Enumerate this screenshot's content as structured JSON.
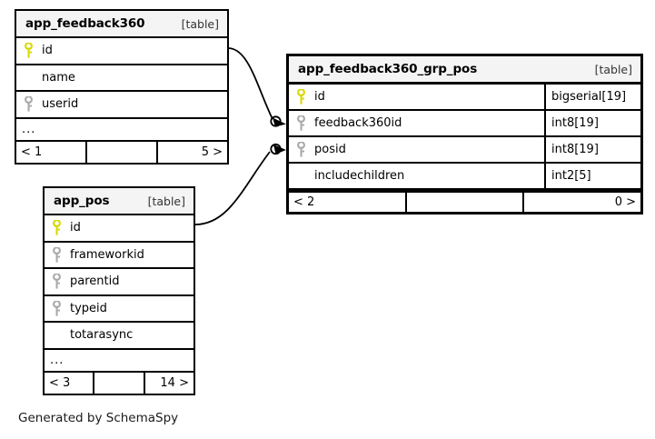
{
  "diagram": {
    "caption": "Generated by SchemaSpy",
    "table_tag": "[table]",
    "ellipsis": "...",
    "colors": {
      "primary_key": "#d8d800",
      "foreign_key": "#aaaaaa",
      "border": "#000000",
      "header_bg": "#f4f4f4",
      "background": "#ffffff"
    }
  },
  "tables": [
    {
      "id": "app_feedback360",
      "name": "app_feedback360",
      "tag": "[table]",
      "focal": false,
      "columns": [
        {
          "name": "id",
          "key": "primary",
          "type": ""
        },
        {
          "name": "name",
          "key": "none",
          "type": ""
        },
        {
          "name": "userid",
          "key": "foreign",
          "type": ""
        }
      ],
      "has_ellipsis": true,
      "footer": {
        "left": "< 1",
        "middle": "",
        "right": "5 >"
      }
    },
    {
      "id": "app_feedback360_grp_pos",
      "name": "app_feedback360_grp_pos",
      "tag": "[table]",
      "focal": true,
      "columns": [
        {
          "name": "id",
          "key": "primary",
          "type": "bigserial[19]"
        },
        {
          "name": "feedback360id",
          "key": "foreign",
          "type": "int8[19]"
        },
        {
          "name": "posid",
          "key": "foreign",
          "type": "int8[19]"
        },
        {
          "name": "includechildren",
          "key": "none",
          "type": "int2[5]"
        }
      ],
      "has_ellipsis": false,
      "footer": {
        "left": "< 2",
        "middle": "",
        "right": "0 >"
      }
    },
    {
      "id": "app_pos",
      "name": "app_pos",
      "tag": "[table]",
      "focal": false,
      "columns": [
        {
          "name": "id",
          "key": "primary",
          "type": ""
        },
        {
          "name": "frameworkid",
          "key": "foreign",
          "type": ""
        },
        {
          "name": "parentid",
          "key": "foreign",
          "type": ""
        },
        {
          "name": "typeid",
          "key": "foreign",
          "type": ""
        },
        {
          "name": "totarasync",
          "key": "none",
          "type": ""
        }
      ],
      "has_ellipsis": true,
      "footer": {
        "left": "< 3",
        "middle": "",
        "right": "14 >"
      }
    }
  ],
  "relationships": [
    {
      "from": "app_feedback360.id",
      "to": "app_feedback360_grp_pos.feedback360id"
    },
    {
      "from": "app_pos.id",
      "to": "app_feedback360_grp_pos.posid"
    }
  ]
}
